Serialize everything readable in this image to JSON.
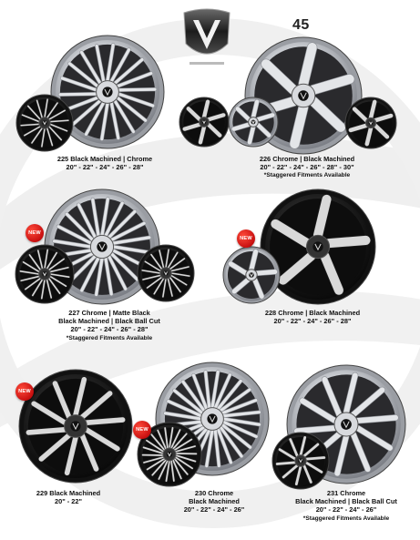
{
  "page_number": "45",
  "logo_icon": "v-shield-logo",
  "badge_label": "NEW",
  "colors": {
    "badge_red": "#d7191e",
    "chrome": "#c9ccd1",
    "black_machined": "#1c1c1c"
  },
  "products": [
    {
      "name": "225 Black Machined | Chrome",
      "sizes": "20\" - 22\" - 24\" - 26\" - 28\"",
      "note": "",
      "is_new": false
    },
    {
      "name": "226 Chrome | Black Machined",
      "sizes": "20\" - 22\" - 24\" - 26\" - 28\" - 30\"",
      "note": "*Staggered Fitments Available",
      "is_new": false
    },
    {
      "name": "227 Chrome | Matte Black",
      "name2": "Black Machined | Black Ball Cut",
      "sizes": "20\" - 22\" - 24\" - 26\" - 28\"",
      "note": "*Staggered Fitments Available",
      "is_new": true
    },
    {
      "name": "228 Chrome | Black Machined",
      "sizes": "20\" - 22\" - 24\" - 26\" - 28\"",
      "note": "",
      "is_new": true
    },
    {
      "name": "229 Black Machined",
      "sizes": "20\" - 22\"",
      "note": "",
      "is_new": true
    },
    {
      "name": "230 Chrome",
      "name2": "Black Machined",
      "sizes": "20\" - 22\" - 24\" - 26\"",
      "note": "",
      "is_new": true
    },
    {
      "name": "231 Chrome",
      "name2": "Black Machined | Black Ball Cut",
      "sizes": "20\" - 22\" - 24\" - 26\"",
      "note": "*Staggered Fitments Available",
      "is_new": false
    }
  ]
}
